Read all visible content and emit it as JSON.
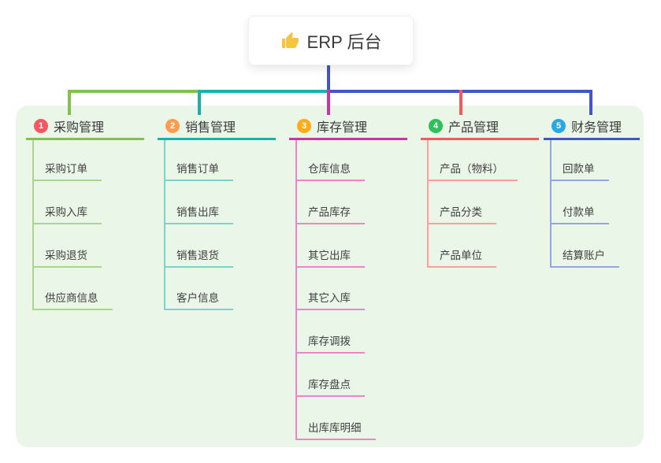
{
  "root": {
    "label": "ERP 后台",
    "icon": "thumbs-up-icon"
  },
  "branches": [
    {
      "index": "1",
      "title": "采购管理",
      "badge_color": "#f8565f",
      "line_color": "#84c051",
      "light_line_color": "#a9d689",
      "items": [
        "采购订单",
        "采购入库",
        "采购退货",
        "供应商信息"
      ]
    },
    {
      "index": "2",
      "title": "销售管理",
      "badge_color": "#ff9d4d",
      "line_color": "#17b3ab",
      "light_line_color": "#7ed2cb",
      "items": [
        "销售订单",
        "销售出库",
        "销售退货",
        "客户信息"
      ]
    },
    {
      "index": "3",
      "title": "库存管理",
      "badge_color": "#ffac17",
      "line_color": "#cb35a0",
      "light_line_color": "#ee85cb",
      "items": [
        "仓库信息",
        "产品库存",
        "其它出库",
        "其它入库",
        "库存调拨",
        "库存盘点",
        "出库库明细"
      ]
    },
    {
      "index": "4",
      "title": "产品管理",
      "badge_color": "#2ec05c",
      "line_color": "#f15b5b",
      "light_line_color": "#f7a09d",
      "items": [
        "产品（物料）",
        "产品分类",
        "产品单位"
      ]
    },
    {
      "index": "5",
      "title": "财务管理",
      "badge_color": "#2aa8e0",
      "line_color": "#3f56c4",
      "light_line_color": "#93a7de",
      "items": [
        "回款单",
        "付款单",
        "结算账户"
      ]
    }
  ],
  "colors": {
    "panel_background": "#eaf6e7",
    "root_connector": "#4456c7",
    "card_background": "#ffffff",
    "text": "#3a3a3a"
  }
}
